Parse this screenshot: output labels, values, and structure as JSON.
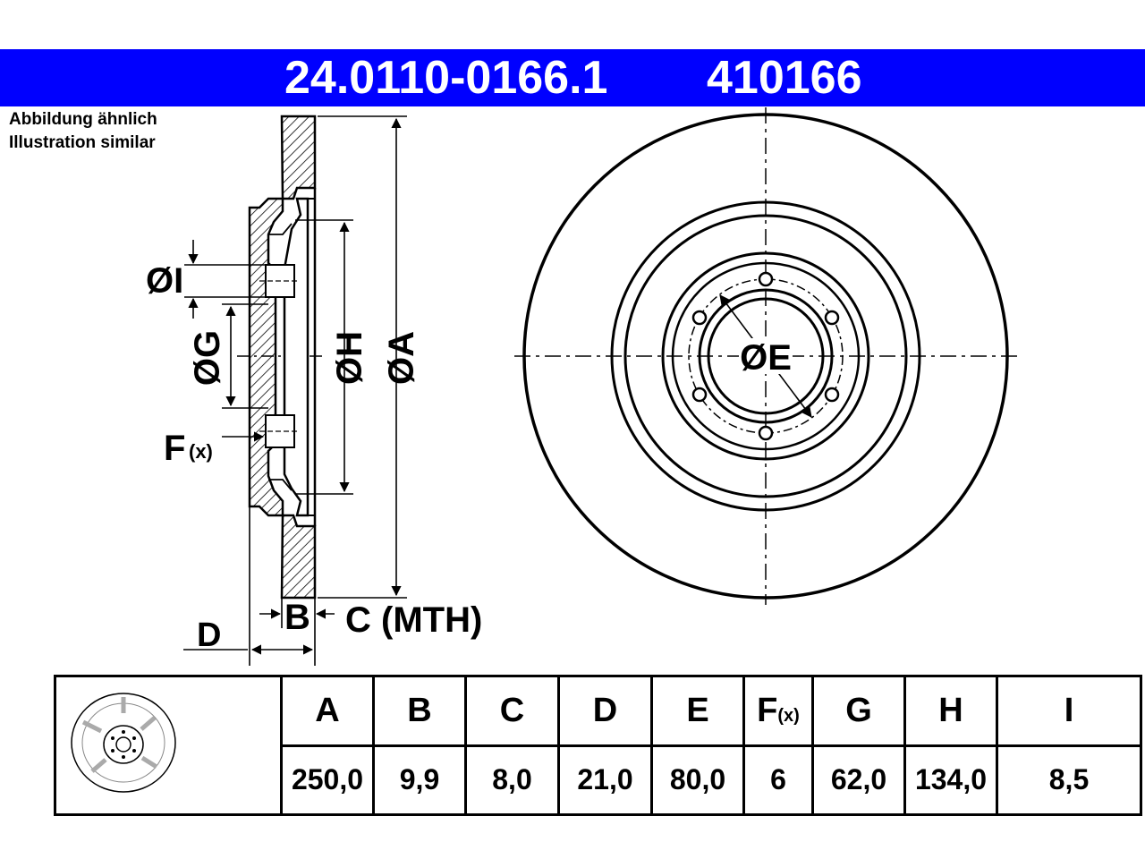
{
  "header": {
    "article_number": "24.0110-0166.1",
    "short_number": "410166",
    "bg_color": "#0000ff"
  },
  "note": {
    "line1": "Abbildung ähnlich",
    "line2": "Illustration similar"
  },
  "diagram": {
    "labels": {
      "I": "ØI",
      "G": "ØG",
      "H": "ØH",
      "A": "ØA",
      "E": "ØE",
      "F": "F",
      "F_sub": "(x)",
      "D": "D",
      "B": "B",
      "C": "C (MTH)"
    }
  },
  "table": {
    "headers": [
      "A",
      "B",
      "C",
      "D",
      "E",
      "F",
      "G",
      "H",
      "I"
    ],
    "F_header_sub": "(x)",
    "values": [
      "250,0",
      "9,9",
      "8,0",
      "21,0",
      "80,0",
      "6",
      "62,0",
      "134,0",
      "8,5"
    ]
  }
}
